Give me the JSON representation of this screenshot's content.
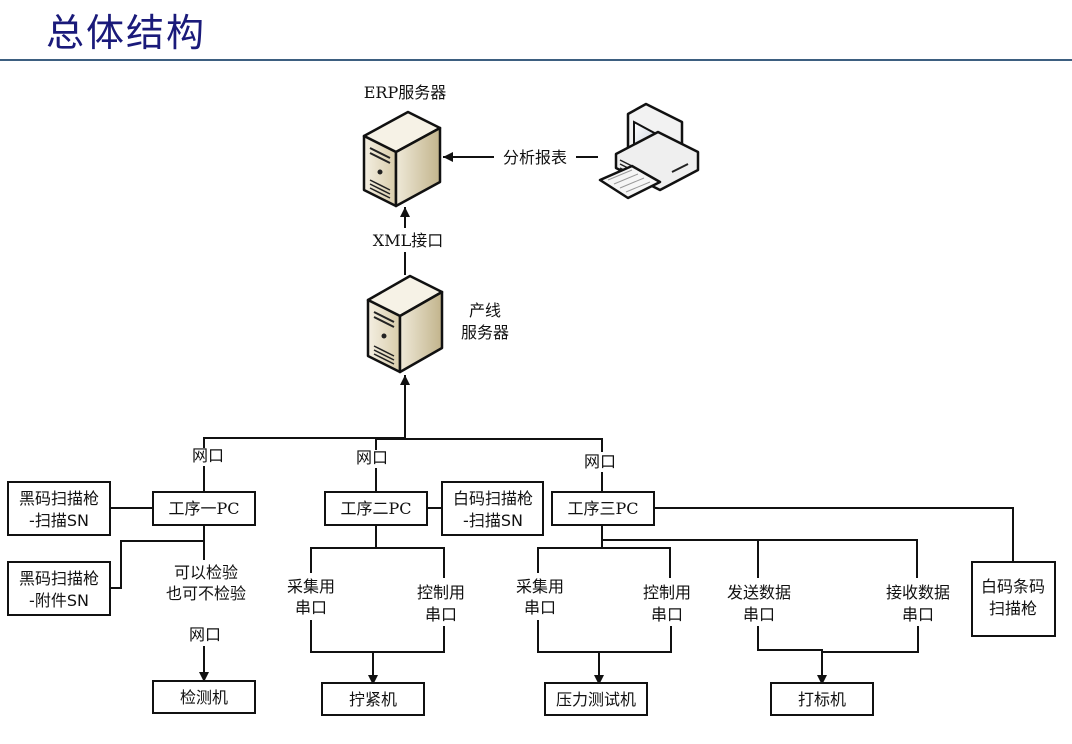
{
  "title": "总体结构",
  "nodes": {
    "erp_server": {
      "label": "ERP服务器",
      "icon": "server-icon"
    },
    "client_pc": {
      "icon": "desktop-computer-icon"
    },
    "line_server": {
      "label_line1": "产线",
      "label_line2": "服务器",
      "icon": "server-icon"
    },
    "station1_pc": "工序一PC",
    "station2_pc": "工序二PC",
    "station3_pc": "工序三PC",
    "black_scanner_sn": {
      "line1": "黑码扫描枪",
      "line2": "-扫描SN"
    },
    "black_scanner_acc": {
      "line1": "黑码扫描枪",
      "line2": "-附件SN"
    },
    "white_scanner_sn": {
      "line1": "白码扫描枪",
      "line2": "-扫描SN"
    },
    "white_barcode_scanner": {
      "line1": "白码条码",
      "line2": "扫描枪"
    },
    "inspection_machine": "检测机",
    "tightening_machine": "拧紧机",
    "pressure_tester": "压力测试机",
    "marking_machine": "打标机"
  },
  "edges": {
    "report": "分析报表",
    "xml": "XML接口",
    "net1": "网口",
    "net2": "网口",
    "net3": "网口",
    "optional_line1": "可以检验",
    "optional_line2": "也可不检验",
    "net_inspect": "网口",
    "s2_collect": {
      "line1": "采集用",
      "line2": "串口"
    },
    "s2_control": {
      "line1": "控制用",
      "line2": "串口"
    },
    "s3_collect": {
      "line1": "采集用",
      "line2": "串口"
    },
    "s3_control": {
      "line1": "控制用",
      "line2": "串口"
    },
    "s3_send": {
      "line1": "发送数据",
      "line2": "串口"
    },
    "s3_receive": {
      "line1": "接收数据",
      "line2": "串口"
    }
  },
  "colors": {
    "title": "#1a1a7a",
    "divider": "#3d5f80",
    "server_face": "#e8e0cc",
    "server_side": "#c9bc98"
  }
}
